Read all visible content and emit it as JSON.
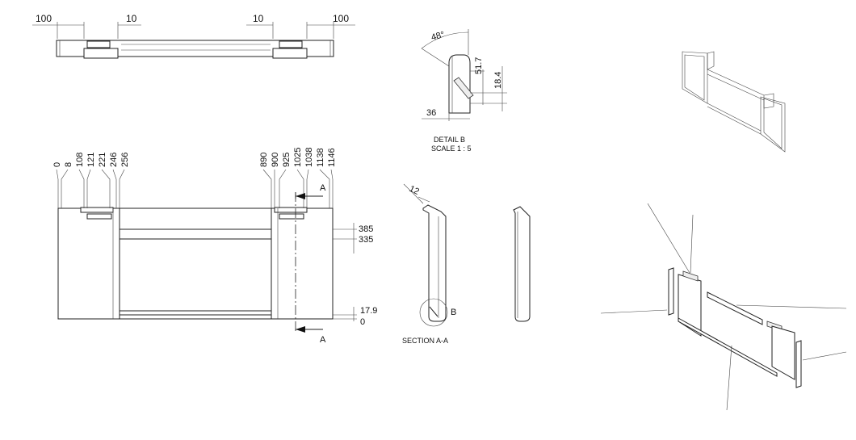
{
  "top_view": {
    "dims": {
      "left_outer": "100",
      "left_inner": "10",
      "right_inner": "10",
      "right_outer": "100"
    }
  },
  "front_view": {
    "left_ticks": [
      "0",
      "8",
      "108",
      "121",
      "221",
      "246",
      "256"
    ],
    "right_ticks": [
      "890",
      "900",
      "925",
      "1025",
      "1038",
      "1138",
      "1146"
    ],
    "right_dims": {
      "upper": "385",
      "lower": "335",
      "z_upper": "17.9",
      "z_lower": "0"
    },
    "section_labels": {
      "top": "A",
      "bottom": "A"
    }
  },
  "detail_b": {
    "angle": "48°",
    "dim_height": "51.7",
    "dim_lower": "18.4",
    "dim_width": "36",
    "title": "DETAIL B",
    "scale": "SCALE 1 : 5"
  },
  "section_aa": {
    "thickness": "12",
    "detail_label": "B",
    "title": "SECTION A-A"
  }
}
